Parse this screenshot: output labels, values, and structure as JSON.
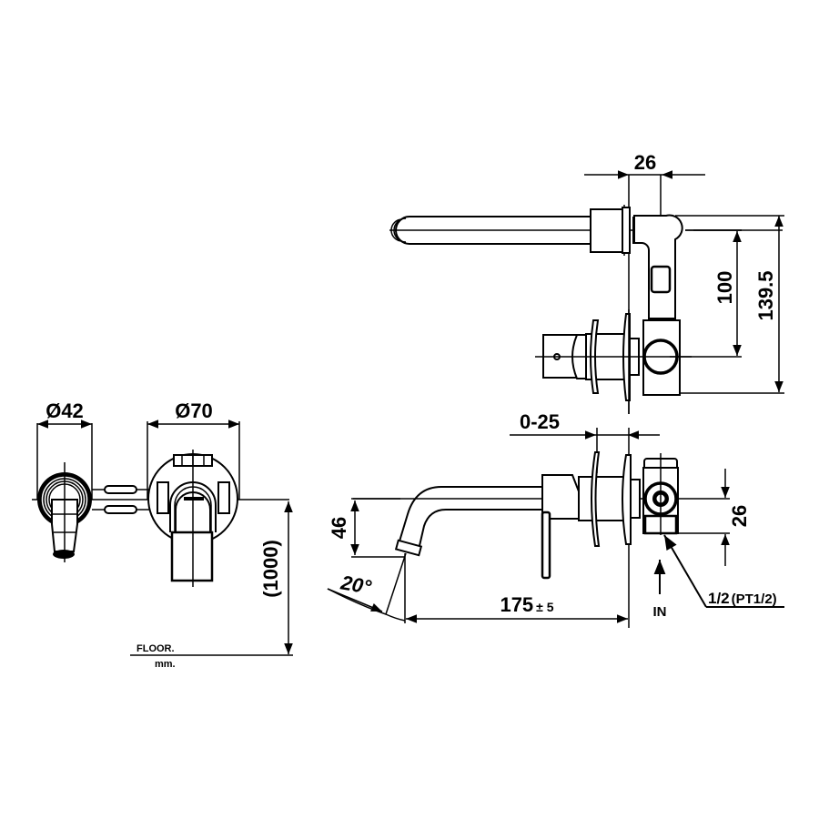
{
  "drawing": {
    "type": "technical-drawing",
    "subject": "wall-mounted single-lever basin mixer",
    "units_label": "mm.",
    "floor_label": "FLOOR.",
    "stroke_color": "#000000",
    "background_color": "#ffffff"
  },
  "front_view": {
    "dim_spout_diameter": "Ø42",
    "dim_plate_diameter": "Ø70",
    "dim_height_from_floor": "(1000)"
  },
  "top_view": {
    "dim_body_width": "26",
    "dim_spout_offset": "100",
    "dim_total_depth": "139.5"
  },
  "side_view": {
    "dim_wall_range": "0-25",
    "dim_spout_drop": "46",
    "dim_spout_angle": "20°",
    "dim_spout_reach": "175",
    "dim_spout_reach_tol": "± 5",
    "dim_inlet_height": "26",
    "inlet_label": "IN",
    "thread_size_main": "1/2",
    "thread_size_pt": "(PT1/2)"
  }
}
